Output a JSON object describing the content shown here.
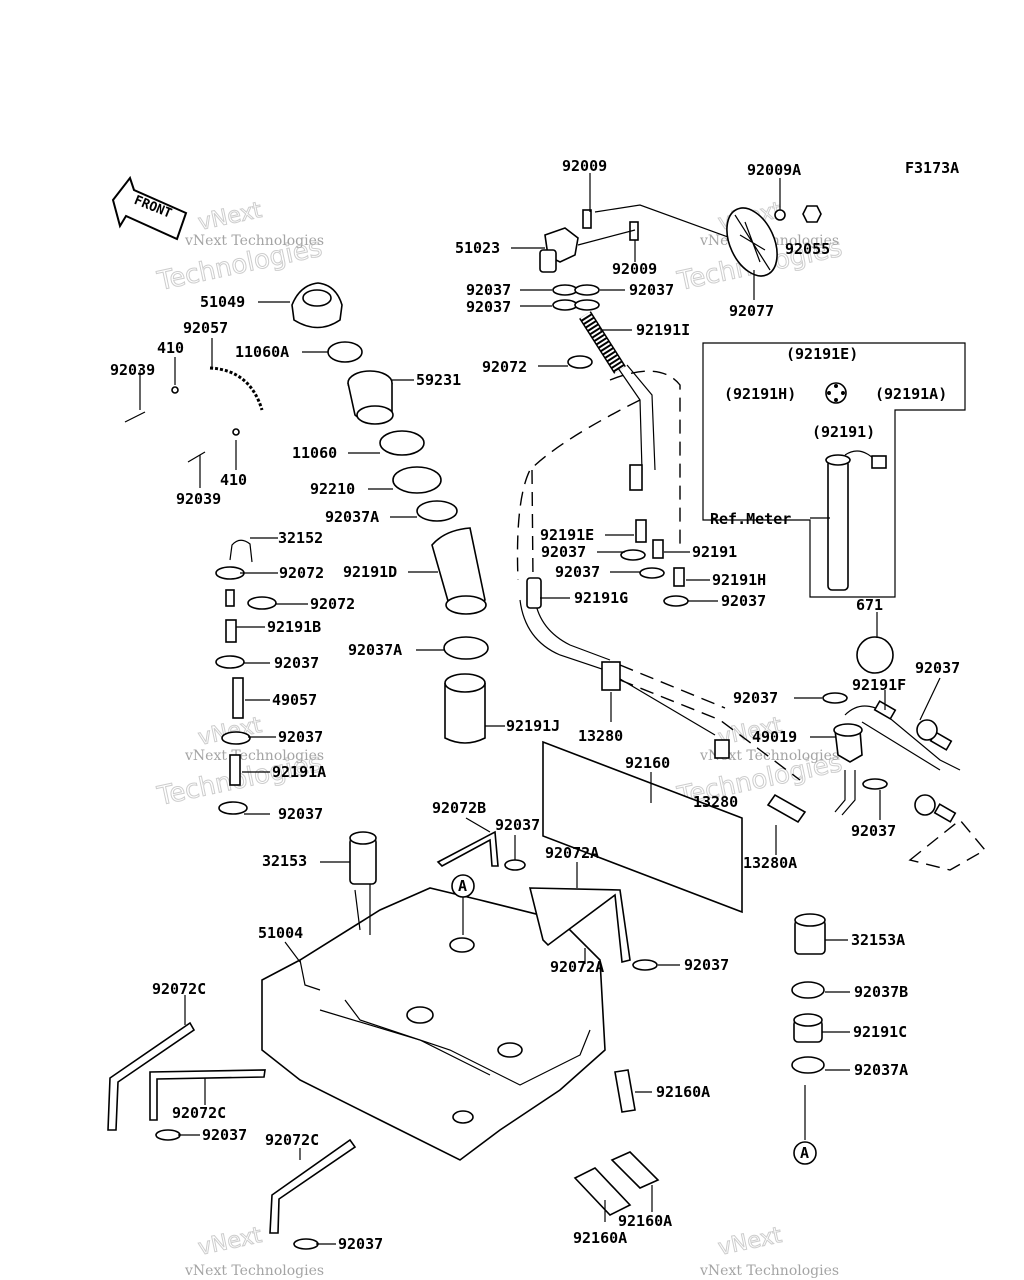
{
  "figure_code": "F3173A",
  "front_label": "FRONT",
  "watermark": {
    "line1": "vNext",
    "line2": "Technologies",
    "small": "vNext Technologies"
  },
  "parts": {
    "p92009a": "92009",
    "p92009b": "92009",
    "p92009A": "92009A",
    "p51023": "51023",
    "p92055": "92055",
    "p92037_a": "92037",
    "p92037_b": "92037",
    "p92037_c": "92037",
    "p92077": "92077",
    "p51049": "51049",
    "p92191I": "92191I",
    "p92057": "92057",
    "p11060A": "11060A",
    "p410a": "410",
    "p92039a": "92039",
    "p59231": "59231",
    "p92072_a": "92072",
    "p11060": "11060",
    "p410b": "410",
    "p92210": "92210",
    "p92039b": "92039",
    "p92037A_a": "92037A",
    "p32152": "32152",
    "p92191E": "92191E",
    "p92037_d": "92037",
    "p92191": "92191",
    "p92072_b": "92072",
    "p92191D": "92191D",
    "p92037_e": "92037",
    "p92191H": "92191H",
    "p92072_c": "92072",
    "p92191G": "92191G",
    "p92037_f": "92037",
    "p92191B": "92191B",
    "p92037A_b": "92037A",
    "p92037_g": "92037",
    "p49057": "49057",
    "p92191J": "92191J",
    "p13280a": "13280",
    "p92037_h": "92037",
    "p92191A_l": "92191A",
    "p92037_i": "92037",
    "p92160": "92160",
    "p13280b": "13280",
    "p92072B": "92072B",
    "p92037_j": "92037",
    "p92072A_a": "92072A",
    "p32153": "32153",
    "p51004": "51004",
    "p92072A_b": "92072A",
    "p92037_k": "92037",
    "p92072C_a": "92072C",
    "p92072C_b": "92072C",
    "p92037_l": "92037",
    "p92072C_c": "92072C",
    "p92037_m": "92037",
    "p92160A_a": "92160A",
    "p92160A_b": "92160A",
    "p92160A_c": "92160A",
    "p671": "671",
    "p92191F": "92191F",
    "p92037_n": "92037",
    "p92037_o": "92037",
    "p49019": "49019",
    "p92037_p": "92037",
    "p13280A": "13280A",
    "p32153A": "32153A",
    "p92037B": "92037B",
    "p92191C": "92191C",
    "p92037A_c": "92037A"
  },
  "ref_meter": {
    "title": "Ref.Meter",
    "terminal_top": "(92191E)",
    "terminal_left": "(92191H)",
    "terminal_right": "(92191A)",
    "terminal_bottom": "(92191)"
  },
  "callouts": {
    "circle_a1": "A",
    "circle_a2": "A"
  }
}
